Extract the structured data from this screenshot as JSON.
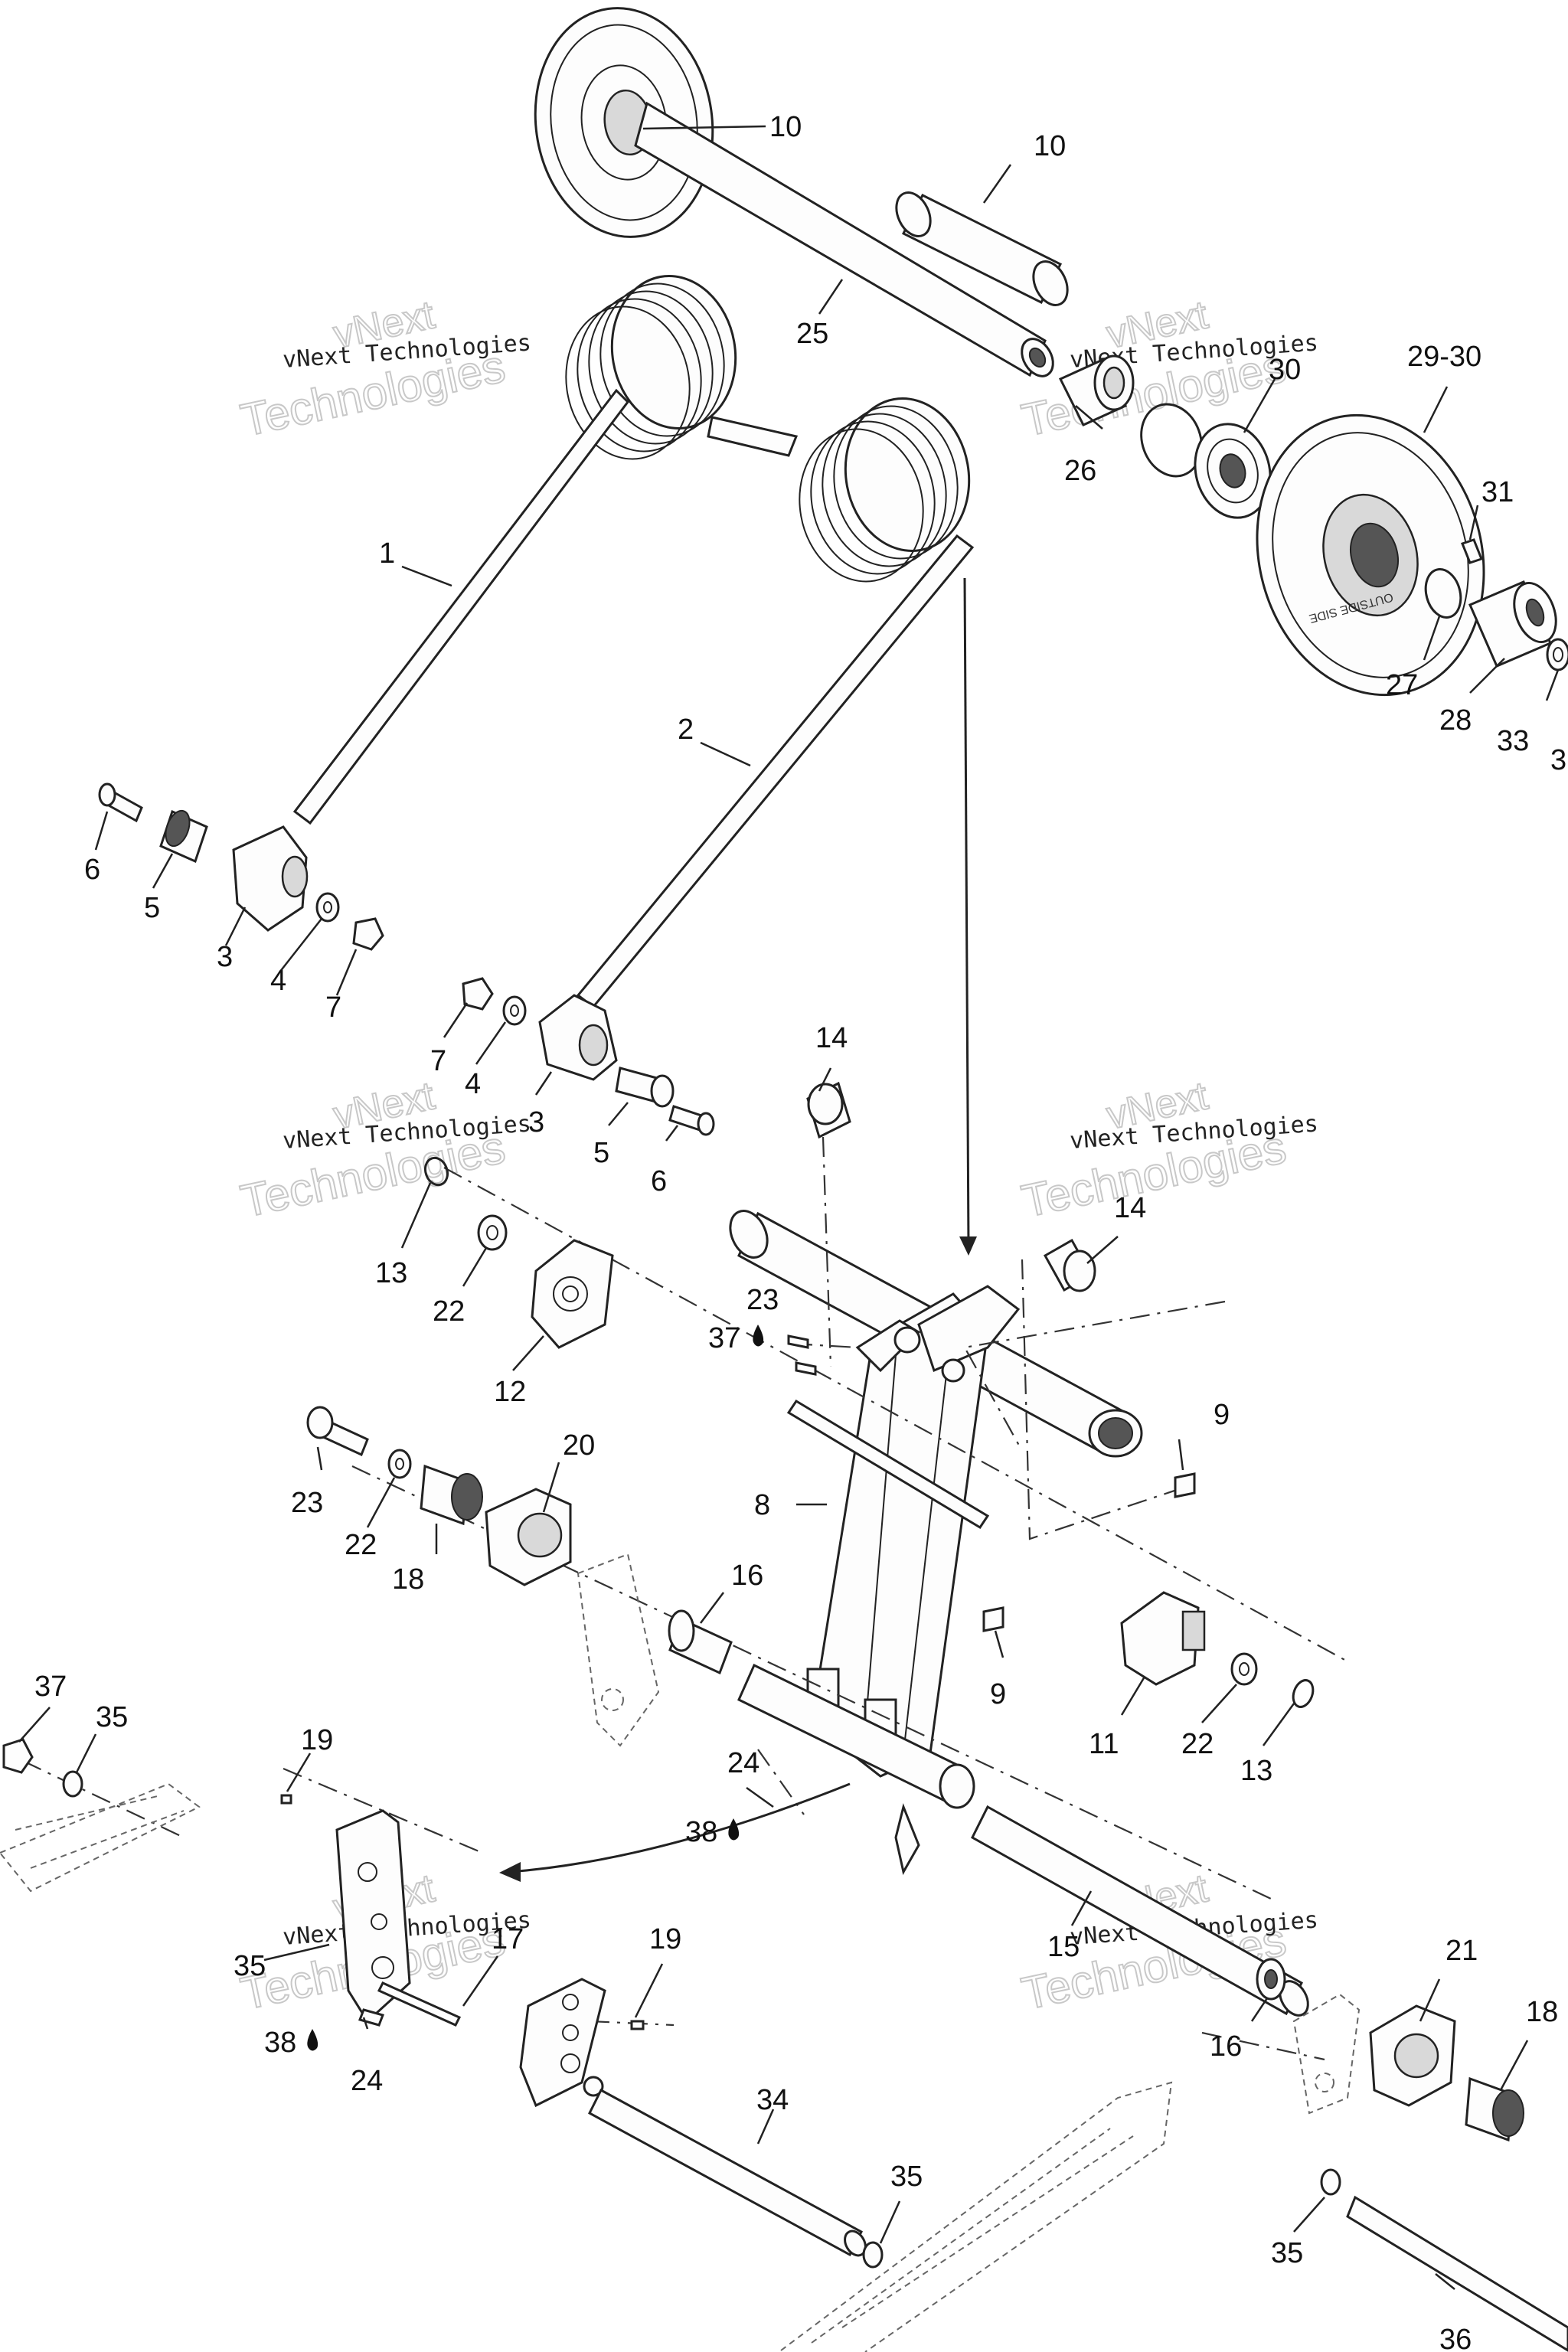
{
  "watermark": {
    "line1": "vNext Technologies",
    "line2": "Technologies",
    "line3": "vNext"
  },
  "wheel_marking": "OUTSIDE SIDE",
  "callouts": {
    "c1": "1",
    "c2": "2",
    "c3a": "3",
    "c3b": "3",
    "c4a": "4",
    "c4b": "4",
    "c5a": "5",
    "c5b": "5",
    "c6a": "6",
    "c6b": "6",
    "c7a": "7",
    "c7b": "7",
    "c8": "8",
    "c9a": "9",
    "c9b": "9",
    "c10a": "10",
    "c10b": "10",
    "c11": "11",
    "c12": "12",
    "c13a": "13",
    "c13b": "13",
    "c14a": "14",
    "c14b": "14",
    "c15": "15",
    "c16a": "16",
    "c16b": "16",
    "c17": "17",
    "c18a": "18",
    "c18b": "18",
    "c19a": "19",
    "c19b": "19",
    "c20": "20",
    "c21": "21",
    "c22a": "22",
    "c22b": "22",
    "c22c": "22",
    "c23a": "23",
    "c23b": "23",
    "c24a": "24",
    "c24b": "24",
    "c25": "25",
    "c26": "26",
    "c27": "27",
    "c28": "28",
    "c2930": "29-30",
    "c30": "30",
    "c31": "31",
    "c33": "33",
    "c3edge": "3",
    "c34": "34",
    "c35a": "35",
    "c35b": "35",
    "c35c": "35",
    "c35d": "35",
    "c36": "36",
    "c37a": "37",
    "c37b": "37",
    "c38a": "38",
    "c38b": "38"
  }
}
